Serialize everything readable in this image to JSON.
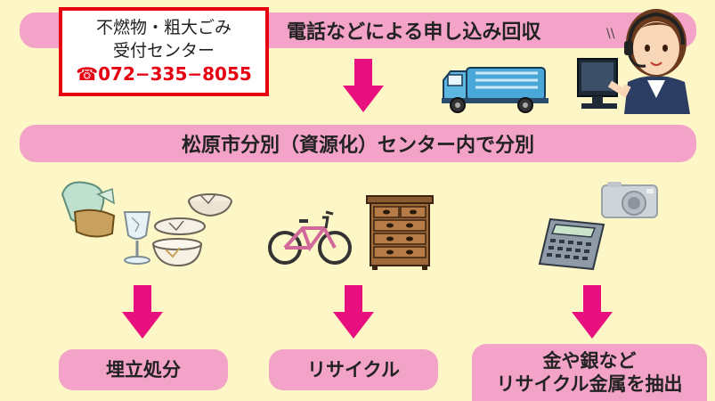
{
  "contact": {
    "line1": "不燃物・粗大ごみ",
    "line2": "受付センター",
    "phone_symbol": "☎",
    "phone": "072−335−8055"
  },
  "step1_label": "電話などによる申し込み回収",
  "step2_label": "松原市分別（資源化）センター内で分別",
  "outcomes": {
    "landfill": "埋立処分",
    "recycle": "リサイクル",
    "metal_line1": "金や銀など",
    "metal_line2": "リサイクル金属を抽出"
  },
  "colors": {
    "background": "#fdf6c6",
    "band": "#f4a3c8",
    "arrow": "#e8107e",
    "contact_border": "#e60012"
  },
  "icons": [
    "garbage-truck",
    "operator-woman",
    "broken-ceramics",
    "bicycle",
    "chest-of-drawers",
    "calculator",
    "camera"
  ]
}
